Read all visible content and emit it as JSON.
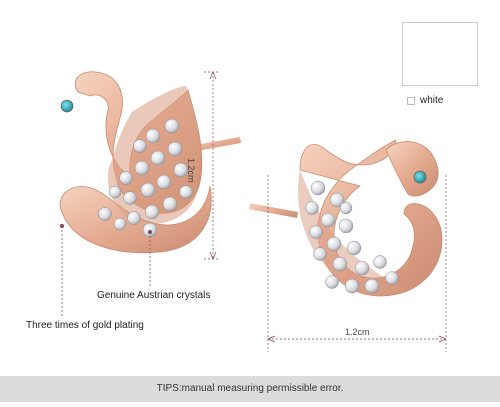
{
  "labels": {
    "crystals": "Genuine Austrian crystals",
    "plating": "Three times of gold plating",
    "height_dim": "1.2cm",
    "width_dim": "1.2cm"
  },
  "variant": {
    "option_label": "white"
  },
  "footer": {
    "tips_prefix": "TIPS:",
    "tips_text": "manual measuring permissible error."
  },
  "colors": {
    "rose_gold": "#e8b49a",
    "rose_gold_dark": "#c98a70",
    "crystal": "#f4f4f6",
    "eye": "#1a9fb0",
    "dim_line": "#8a4a5a",
    "tips_bar": "#dcdcdc"
  }
}
